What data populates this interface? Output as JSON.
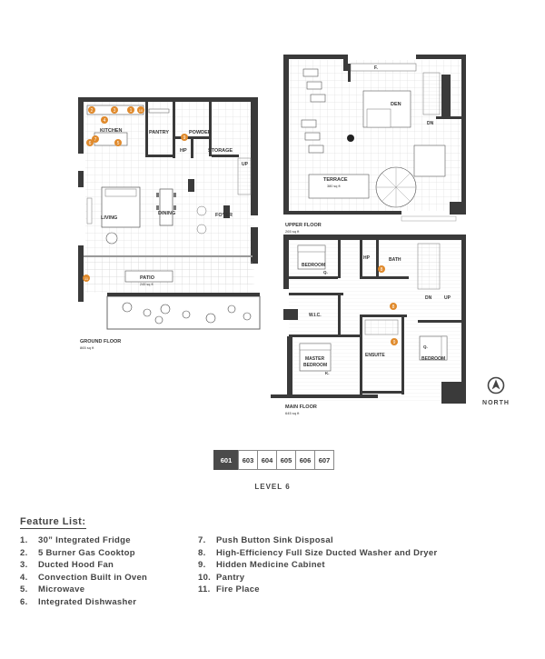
{
  "rooms": {
    "ground_kitchen": "KITCHEN",
    "ground_pantry": "PANTRY",
    "ground_powder": "POWDER",
    "ground_hp": "HP",
    "ground_storage": "STORAGE",
    "ground_up": "UP",
    "ground_living": "LIVING",
    "ground_dining": "DINING",
    "ground_foyer": "FOYER",
    "ground_patio": "PATIO",
    "ground_patio_area": "245 sq ft",
    "upper_den": "DEN",
    "upper_dn": "DN",
    "upper_f": "F.",
    "upper_terrace": "TERRACE",
    "upper_terrace_area": "380 sq ft",
    "main_bedroom": "BEDROOM",
    "main_bedroom_q": "Q.",
    "main_hp": "HP",
    "main_bath": "BATH",
    "main_dn": "DN",
    "main_up": "UP",
    "main_wic": "W.I.C.",
    "main_master_bedroom_1": "MASTER",
    "main_master_bedroom_2": "BEDROOM",
    "main_master_k": "K.",
    "main_ensuite": "ENSUITE",
    "main_bedroom2": "BEDROOM",
    "main_bedroom2_q": "Q."
  },
  "floors": {
    "ground": "GROUND FLOOR",
    "ground_area": "865 sq ft",
    "upper": "UPPER FLOOR",
    "upper_area": "265 sq ft",
    "main": "MAIN FLOOR",
    "main_area": "645 sq ft"
  },
  "markers": {
    "m1": "1",
    "m2": "2",
    "m3": "3",
    "m4": "4",
    "m5": "5",
    "m6": "6",
    "m7": "7",
    "m8": "8",
    "m9": "9",
    "m10": "10",
    "m11": "11"
  },
  "north_label": "NORTH",
  "units": [
    "601",
    "603",
    "604",
    "605",
    "606",
    "607"
  ],
  "active_unit": "601",
  "level_label": "LEVEL 6",
  "feature_list_title": "Feature List:",
  "features_left": [
    {
      "num": "1.",
      "text": "30” Integrated Fridge"
    },
    {
      "num": "2.",
      "text": "5 Burner Gas Cooktop"
    },
    {
      "num": "3.",
      "text": "Ducted Hood Fan"
    },
    {
      "num": "4.",
      "text": "Convection Built in Oven"
    },
    {
      "num": "5.",
      "text": "Microwave"
    },
    {
      "num": "6.",
      "text": "Integrated Dishwasher"
    }
  ],
  "features_right": [
    {
      "num": "7.",
      "text": "Push Button Sink Disposal"
    },
    {
      "num": "8.",
      "text": "High-Efficiency Full Size Ducted Washer and Dryer"
    },
    {
      "num": "9.",
      "text": "Hidden Medicine Cabinet"
    },
    {
      "num": "10.",
      "text": "Pantry"
    },
    {
      "num": "11.",
      "text": "Fire Place"
    }
  ],
  "colors": {
    "wall": "#3a3a3a",
    "marker": "#e08a2c",
    "grid": "#d4d4d4"
  }
}
